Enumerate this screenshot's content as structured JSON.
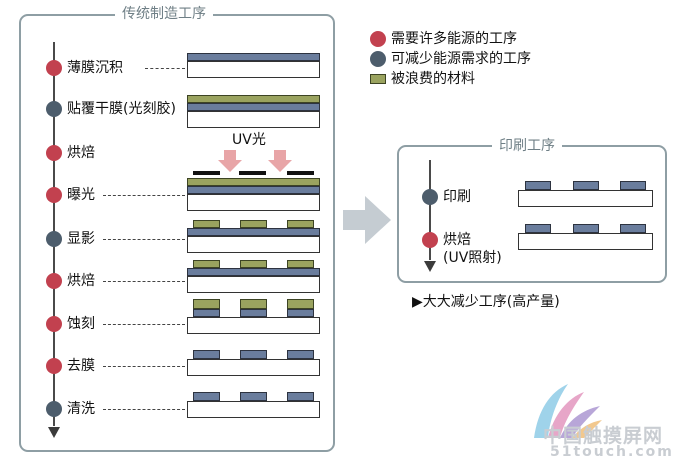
{
  "traditional": {
    "title": "传统制造工序",
    "steps": [
      {
        "label": "薄膜沉积",
        "type": "red"
      },
      {
        "label": "贴覆干膜(光刻胶)",
        "type": "blue"
      },
      {
        "label": "烘焙",
        "type": "red"
      },
      {
        "label": "曝光",
        "type": "red"
      },
      {
        "label": "显影",
        "type": "blue"
      },
      {
        "label": "烘焙",
        "type": "red"
      },
      {
        "label": "蚀刻",
        "type": "red"
      },
      {
        "label": "去膜",
        "type": "red"
      },
      {
        "label": "清洗",
        "type": "blue"
      }
    ],
    "uv_label": "UV光"
  },
  "legend": {
    "red": "需要许多能源的工序",
    "blue": "可减少能源需求的工序",
    "green": "被浪费的材料"
  },
  "printing": {
    "title": "印刷工序",
    "steps": [
      {
        "label": "印刷",
        "type": "blue"
      },
      {
        "label": "烘焙",
        "sublabel": "(UV照射)",
        "type": "red"
      }
    ]
  },
  "note": "▶大大减少工序(高产量)",
  "watermark": {
    "line1": "中国触摸屏网",
    "line2": "51touch.com"
  },
  "colors": {
    "red_dot": "#c2414f",
    "blue_dot": "#4d5d6c",
    "blue_layer": "#6a7d9d",
    "green_layer": "#9aa35f",
    "frame": "#8e9ea4"
  }
}
